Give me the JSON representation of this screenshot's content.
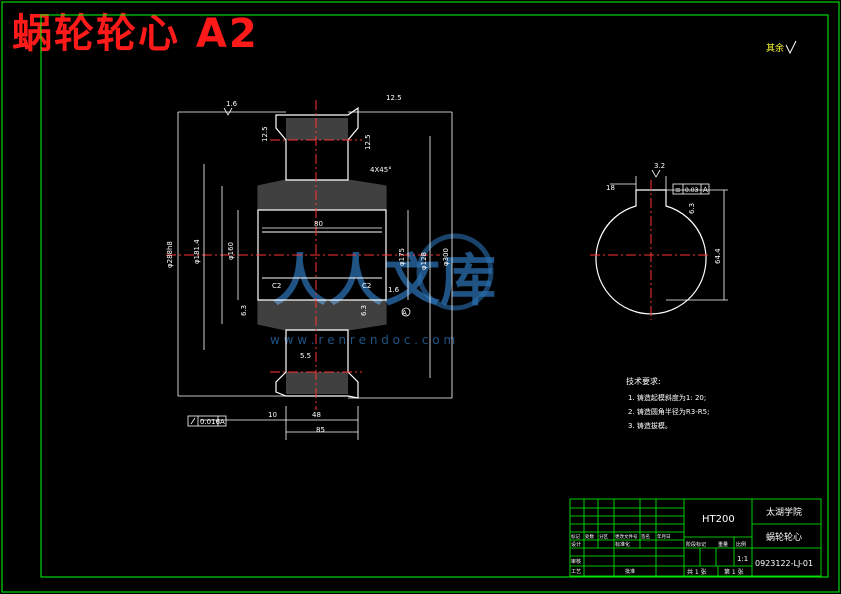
{
  "title": "蜗轮轮心  A2",
  "roughness_note": "其余",
  "watermark": {
    "mark": "人人文库",
    "url": "w w w . r e n r e n d o c . c o m"
  },
  "dimensions": {
    "top_roughness": "1.6",
    "top_right": "12.5",
    "left_roughness": "12.5",
    "right_small": "12.5",
    "chamfer": "4X45°",
    "outer_dia_left": "φ288h8",
    "bore_left": "φ181.4",
    "inner_left": "φ160",
    "center_width": "80",
    "right_dia_1": "φ175",
    "right_dia_2": "φ128",
    "right_dia_3": "φ300",
    "c2_left": "C2",
    "c2_right": "C2",
    "low_roughness_1": "6.3",
    "low_roughness_2": "1.6",
    "low_roughness_3": "6.3",
    "hub_small": "5.5",
    "dist_10": "10",
    "dist_48": "48",
    "dist_85": "85",
    "runout_tol": "0.016",
    "runout_ref": "A",
    "datum_a": "A"
  },
  "section": {
    "key_width": "18",
    "roughness": "3.2",
    "sym_tol": "0.03",
    "sym_ref": "A",
    "depth": "64.4",
    "rough_small": "6.3"
  },
  "tech_req": {
    "heading": "技术要求:",
    "items": [
      "1. 铸造起模斜度为1: 20;",
      "2. 铸造圆角半径为R3-R5;",
      "3. 铸造拔模。"
    ]
  },
  "title_block": {
    "material": "HT200",
    "school": "太湖学院",
    "part_name": "蜗轮轮心",
    "drawing_no": "0923122-LJ-01",
    "scale": "1:1",
    "sheet_total": "共 1 张",
    "sheet_no": "第 1 张",
    "col_headers": [
      "标记",
      "处数",
      "分区",
      "更改文件号",
      "签名",
      "年月日"
    ],
    "row_design": "设计",
    "row_standard": "标准化",
    "row_review": "审核",
    "row_process": "工艺",
    "row_approve": "批准",
    "stage_label": "阶段标记",
    "weight_label": "重量",
    "scale_label": "比例"
  },
  "colors": {
    "frame": "#00ff00",
    "outline": "#ffffff",
    "center": "#ff3333",
    "dim": "#00e5ff",
    "title": "#ff1a1a"
  }
}
